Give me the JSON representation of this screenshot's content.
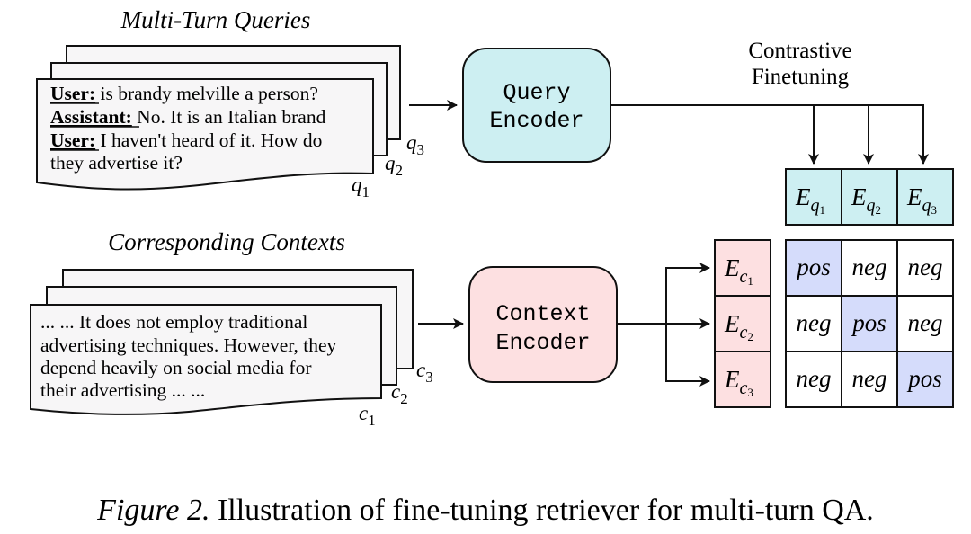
{
  "queries": {
    "title": "Multi-Turn Queries",
    "lines": [
      {
        "speaker": "User:",
        "text": " is brandy melville a person?"
      },
      {
        "speaker": "Assistant:",
        "text": " No. It is an Italian brand"
      },
      {
        "speaker": "User:",
        "text": " I haven't heard of it. How do"
      },
      {
        "speaker": "",
        "text": "they advertise it?"
      }
    ],
    "stack_labels": [
      {
        "base": "q",
        "sub": "1"
      },
      {
        "base": "q",
        "sub": "2"
      },
      {
        "base": "q",
        "sub": "3"
      }
    ]
  },
  "contexts": {
    "title": "Corresponding Contexts",
    "lines": [
      "... ... It does not employ traditional",
      "advertising techniques. However, they",
      "depend heavily on social media for",
      "their advertising ... ..."
    ],
    "stack_labels": [
      {
        "base": "c",
        "sub": "1"
      },
      {
        "base": "c",
        "sub": "2"
      },
      {
        "base": "c",
        "sub": "3"
      }
    ]
  },
  "query_encoder": {
    "line1": "Query",
    "line2": "Encoder"
  },
  "context_encoder": {
    "line1": "Context",
    "line2": "Encoder"
  },
  "contrastive_label": {
    "line1": "Contrastive",
    "line2": "Finetuning"
  },
  "query_embeddings": [
    {
      "base": "E",
      "sub": "q",
      "subsub": "1"
    },
    {
      "base": "E",
      "sub": "q",
      "subsub": "2"
    },
    {
      "base": "E",
      "sub": "q",
      "subsub": "3"
    }
  ],
  "context_embeddings": [
    {
      "base": "E",
      "sub": "c",
      "subsub": "1"
    },
    {
      "base": "E",
      "sub": "c",
      "subsub": "2"
    },
    {
      "base": "E",
      "sub": "c",
      "subsub": "3"
    }
  ],
  "matrix": [
    [
      "pos",
      "neg",
      "neg"
    ],
    [
      "neg",
      "pos",
      "neg"
    ],
    [
      "neg",
      "neg",
      "pos"
    ]
  ],
  "colors": {
    "query_fill": "#cdeff2",
    "context_fill": "#fde0e1",
    "pos_fill": "#d5dcfb",
    "neg_fill": "#ffffff",
    "doc_fill": "#f7f6f7",
    "stroke": "#111111"
  },
  "caption": {
    "label": "Figure 2.",
    "text": " Illustration of fine-tuning retriever for multi-turn QA."
  }
}
